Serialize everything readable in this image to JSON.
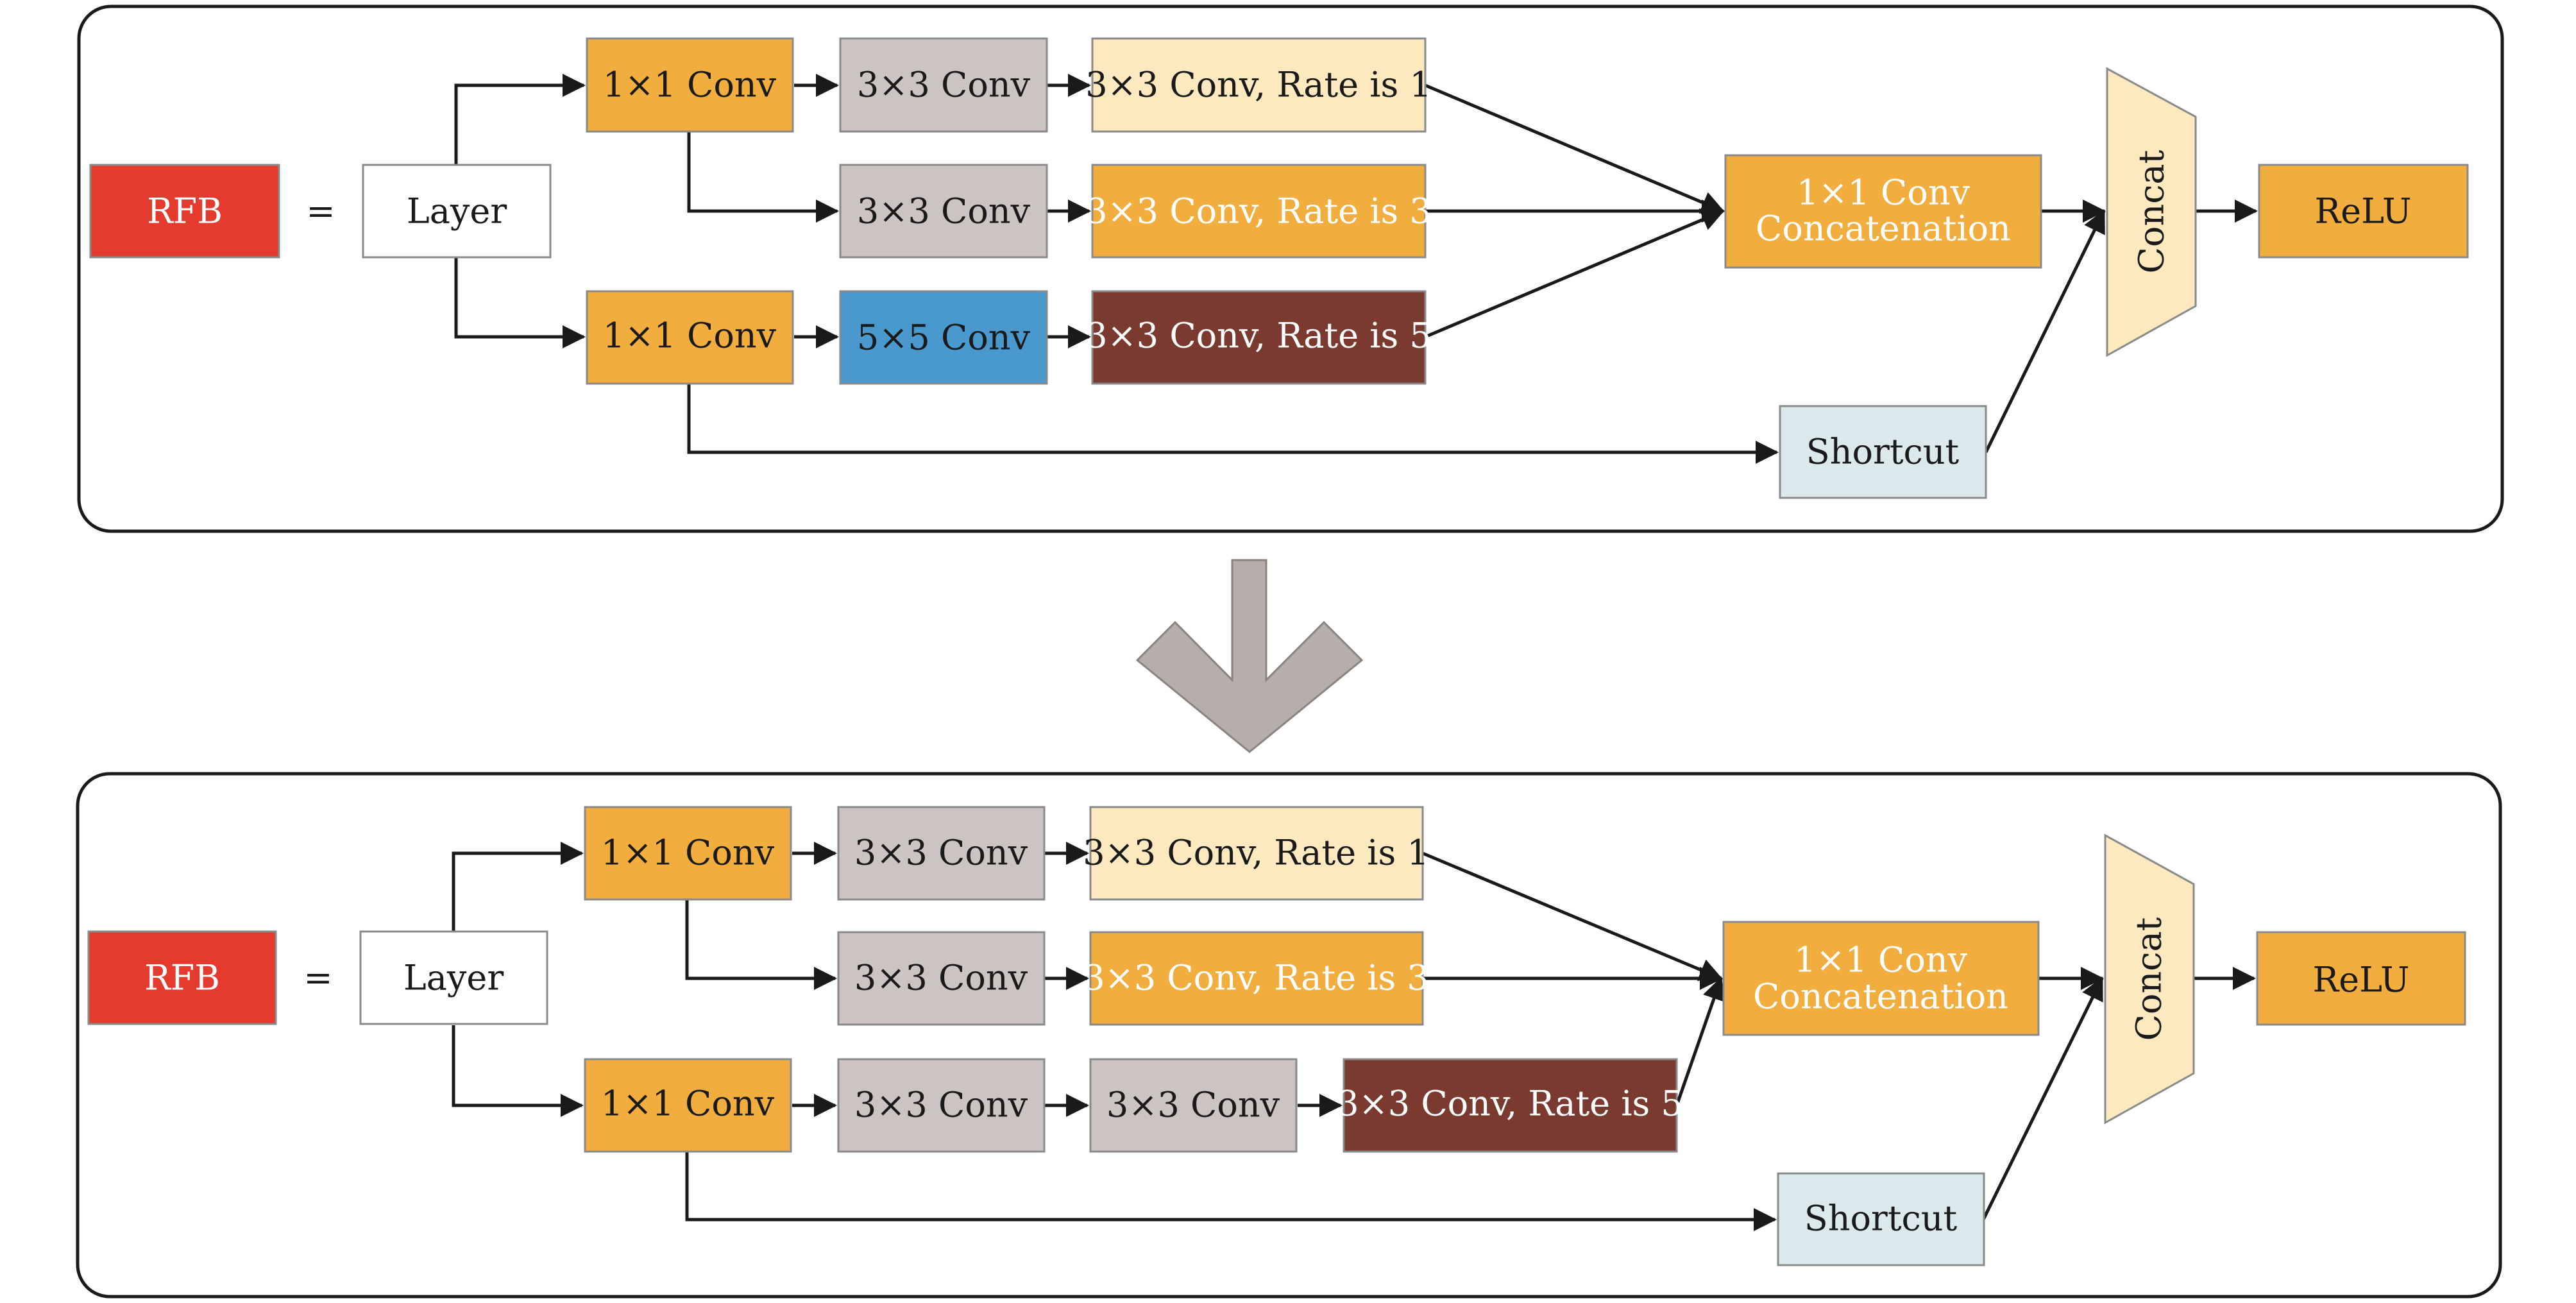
{
  "symbols": {
    "equals": "="
  },
  "colors": {
    "rfb": "#e53a2e",
    "orange": "#f2ad3f",
    "gray": "#cbc4c2",
    "cream": "#fde9bf",
    "blue": "#4999cf",
    "brown": "#7b3a2f",
    "shortcut": "#dbe8ec",
    "panel_border": "#1a1a1a",
    "arrow": "#1a1a1a",
    "down_arrow": "#b5aeab"
  },
  "panels": [
    {
      "id": "top",
      "nodes": {
        "rfb": "RFB",
        "layer": "Layer",
        "b1_conv1": "1×1 Conv",
        "b1_conv2": "3×3 Conv",
        "b1_dil": "3×3 Conv, Rate is 1",
        "b2_conv": "3×3 Conv",
        "b2_dil": "3×3 Conv, Rate is 3",
        "b3_conv1": "1×1 Conv",
        "b3_conv2": "5×5 Conv",
        "b3_dil": "3×3 Conv, Rate is 5",
        "concat_conv": "1×1 Conv",
        "concat_conv_2": "Concatenation",
        "shortcut": "Shortcut",
        "concat": "Concat",
        "relu": "ReLU"
      }
    },
    {
      "id": "bottom",
      "nodes": {
        "rfb": "RFB",
        "layer": "Layer",
        "b1_conv1": "1×1 Conv",
        "b1_conv2": "3×3 Conv",
        "b1_dil": "3×3 Conv, Rate is 1",
        "b2_conv": "3×3 Conv",
        "b2_dil": "3×3 Conv, Rate is 3",
        "b3_conv1": "1×1 Conv",
        "b3_conv2": "3×3 Conv",
        "b3_conv3": "3×3 Conv",
        "b3_dil": "3×3 Conv, Rate is 5",
        "concat_conv": "1×1 Conv",
        "concat_conv_2": "Concatenation",
        "shortcut": "Shortcut",
        "concat": "Concat",
        "relu": "ReLU"
      }
    }
  ]
}
